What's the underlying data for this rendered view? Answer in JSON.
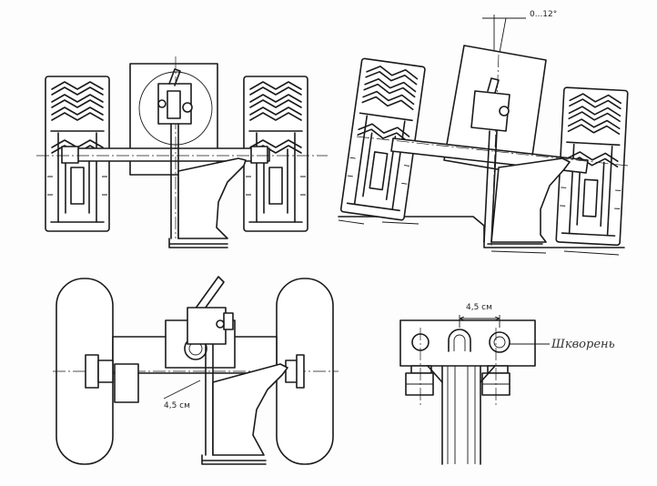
{
  "labels": {
    "angle": "0...12°",
    "dim_top": "4,5 см",
    "dim_bottom_left": "4,5 см",
    "kingpin": "Шкворень"
  },
  "colors": {
    "ink": "#1a1a1a",
    "paper": "#fdfdfd"
  }
}
